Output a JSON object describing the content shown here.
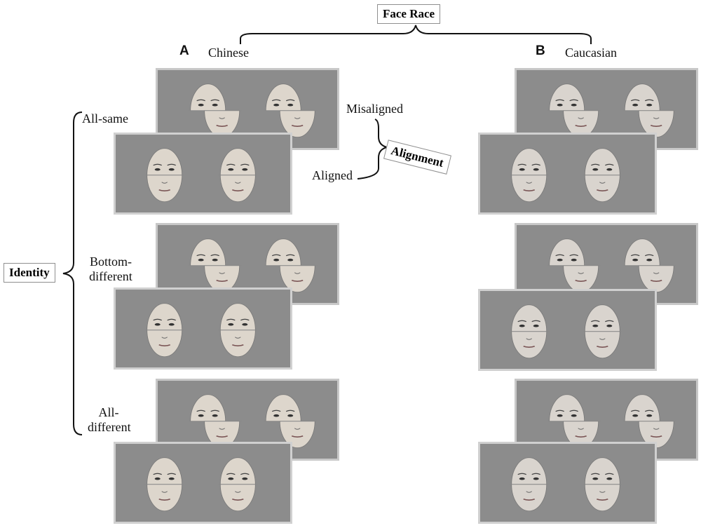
{
  "factors": {
    "face_race": "Face Race",
    "alignment": "Alignment",
    "identity": "Identity"
  },
  "panels": {
    "a": {
      "letter": "A",
      "label": "Chinese"
    },
    "b": {
      "letter": "B",
      "label": "Caucasian"
    }
  },
  "alignment_levels": {
    "misaligned": "Misaligned",
    "aligned": "Aligned"
  },
  "identity_levels": {
    "all_same": "All-same",
    "bottom_different_1": "Bottom-",
    "bottom_different_2": "different",
    "all_different_1": "All-",
    "all_different_2": "different"
  },
  "colors": {
    "stimulus_background": "#8c8c8c",
    "frame": "#c8c8c8",
    "face_chinese": "#ddd6cc",
    "face_caucasian": "#d9d4ce",
    "line": "#111111"
  }
}
